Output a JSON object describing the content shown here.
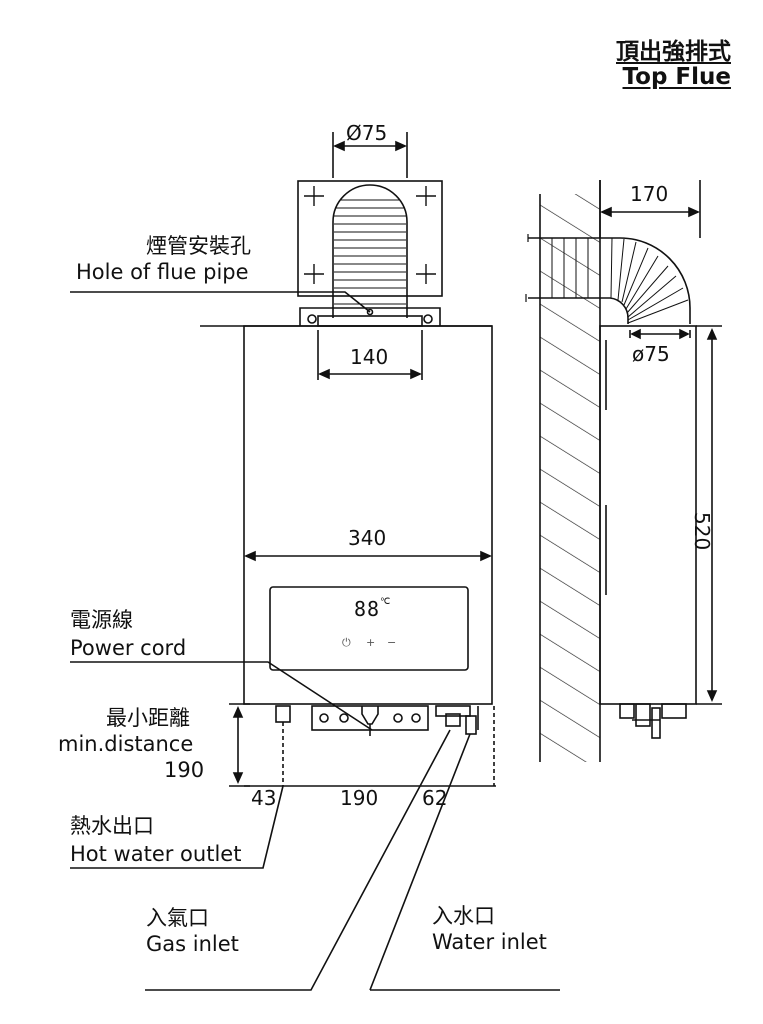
{
  "title": {
    "zh": "頂出強排式",
    "en": "Top Flue"
  },
  "labels": {
    "flue_hole": {
      "zh": "煙管安裝孔",
      "en": "Hole of flue pipe"
    },
    "power_cord": {
      "zh": "電源線",
      "en": "Power cord"
    },
    "min_distance": {
      "zh": "最小距離",
      "en": "min.distance",
      "value": "190"
    },
    "hot_water_outlet": {
      "zh": "熱水出口",
      "en": "Hot water outlet"
    },
    "gas_inlet": {
      "zh": "入氣口",
      "en": "Gas inlet"
    },
    "water_inlet": {
      "zh": "入水口",
      "en": "Water inlet"
    }
  },
  "dimensions": {
    "flue_diameter_top": "Ø75",
    "flue_bracket_width": "140",
    "body_width": "340",
    "outlet_offset_left": "43",
    "outlet_spacing": "190",
    "outlet_offset_right": "62",
    "side_depth": "170",
    "flue_diameter_side": "ø75",
    "body_height": "520"
  },
  "panel": {
    "display": "88",
    "display_unit": "℃",
    "power": "⏻",
    "plus": "+",
    "minus": "−"
  }
}
